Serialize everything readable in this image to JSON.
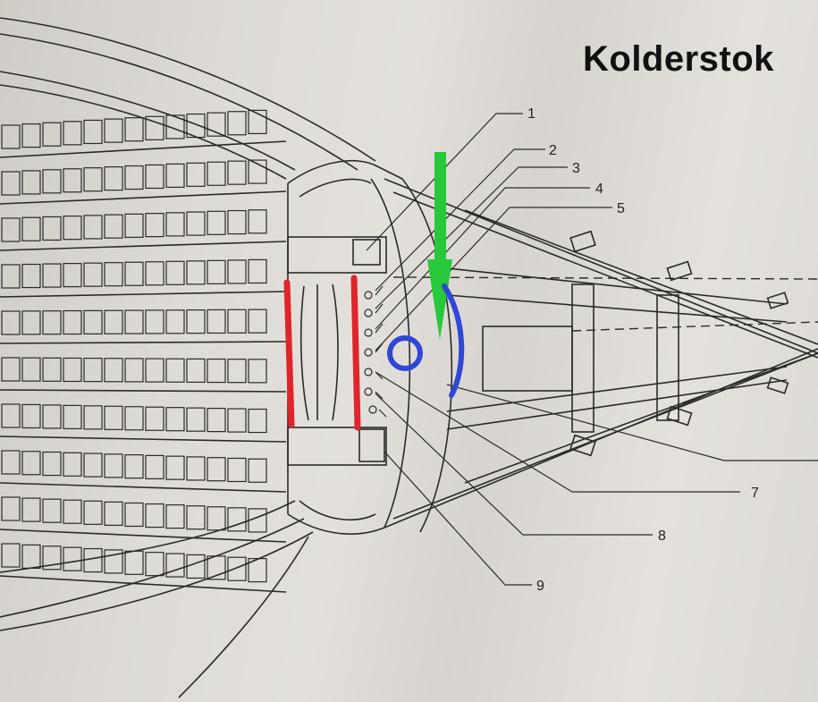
{
  "title": "Kolderstok",
  "callouts": [
    "1",
    "2",
    "3",
    "4",
    "5",
    "7",
    "8",
    "9"
  ],
  "annotation_colors": {
    "red_lines": "#e0242c",
    "green_arrow": "#27c83a",
    "blue_marks": "#2f46d6"
  }
}
